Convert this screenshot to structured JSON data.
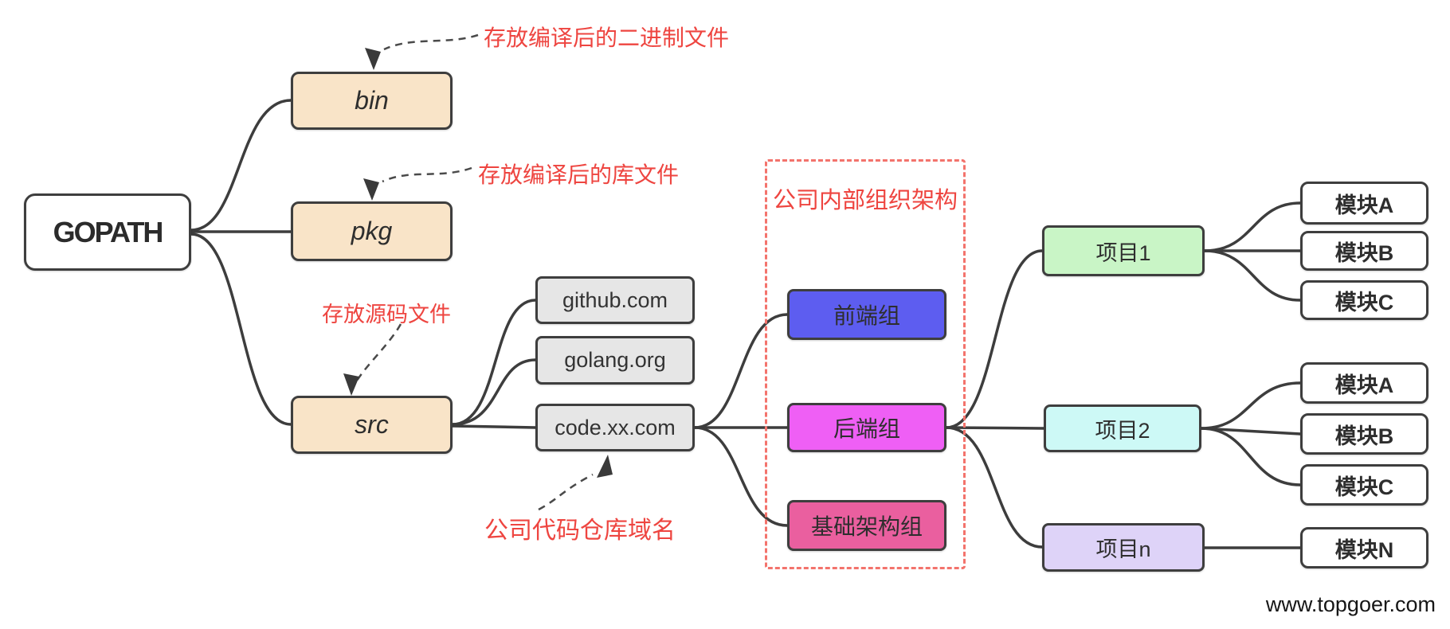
{
  "page": {
    "watermark": "www.topgoer.com"
  },
  "nodes": {
    "root": "GOPATH",
    "dirs": [
      "bin",
      "pkg",
      "src"
    ],
    "repos": [
      "github.com",
      "golang.org",
      "code.xx.com"
    ],
    "org": {
      "title": "公司内部组织架构",
      "groups": [
        "前端组",
        "后端组",
        "基础架构组"
      ]
    },
    "projects": [
      "项目1",
      "项目2",
      "项目n"
    ],
    "modules_project1": [
      "模块A",
      "模块B",
      "模块C"
    ],
    "modules_project2": [
      "模块A",
      "模块B",
      "模块C"
    ],
    "modules_projectn": [
      "模块N"
    ]
  },
  "annotations": {
    "bin": "存放编译后的二进制文件",
    "pkg": "存放编译后的库文件",
    "src": "存放源码文件",
    "code": "公司代码仓库域名"
  },
  "edges": [
    [
      "GOPATH",
      "bin"
    ],
    [
      "GOPATH",
      "pkg"
    ],
    [
      "GOPATH",
      "src"
    ],
    [
      "src",
      "github.com"
    ],
    [
      "src",
      "golang.org"
    ],
    [
      "src",
      "code.xx.com"
    ],
    [
      "code.xx.com",
      "前端组"
    ],
    [
      "code.xx.com",
      "后端组"
    ],
    [
      "code.xx.com",
      "基础架构组"
    ],
    [
      "后端组",
      "项目1"
    ],
    [
      "后端组",
      "项目2"
    ],
    [
      "后端组",
      "项目n"
    ],
    [
      "项目1",
      "模块A"
    ],
    [
      "项目1",
      "模块B"
    ],
    [
      "项目1",
      "模块C"
    ],
    [
      "项目2",
      "模块A"
    ],
    [
      "项目2",
      "模块B"
    ],
    [
      "项目2",
      "模块C"
    ],
    [
      "项目n",
      "模块N"
    ]
  ],
  "colors": {
    "dir_fill": "#f9e4c8",
    "repo_fill": "#e6e6e6",
    "frontend_fill": "#5d5df0",
    "backend_fill": "#ef5ff5",
    "infra_fill": "#ea5f9f",
    "project1_fill": "#c9f5c6",
    "project2_fill": "#cdf9f6",
    "projectn_fill": "#ded3f8",
    "module_fill": "#ffffff",
    "border": "#3e3e3e",
    "wire": "#3d3d3d",
    "annotation_red": "#ee4540",
    "dashed_box_red": "#f3736c"
  }
}
